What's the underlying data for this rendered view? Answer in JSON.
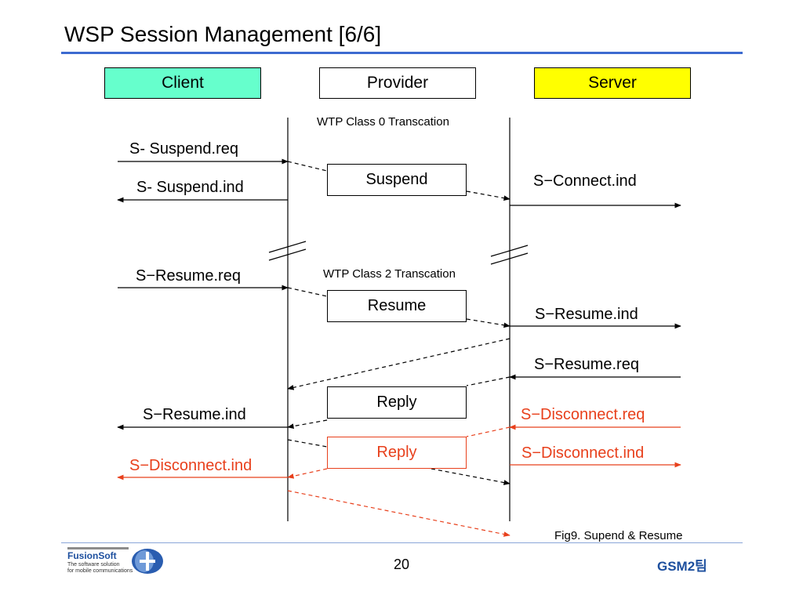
{
  "title": "WSP Session Management [6/6]",
  "entities": {
    "client": {
      "label": "Client",
      "color": "#66ffcc"
    },
    "provider": {
      "label": "Provider",
      "color": "#ffffff"
    },
    "server": {
      "label": "Server",
      "color": "#ffff00"
    }
  },
  "phases": {
    "class0": "WTP Class 0 Transcation",
    "class2": "WTP Class 2 Transcation"
  },
  "boxes": {
    "suspend": "Suspend",
    "resume": "Resume",
    "reply1": "Reply",
    "reply2": "Reply"
  },
  "messages": {
    "suspend_req": "S- Suspend.req",
    "suspend_ind": "S- Suspend.ind",
    "connect_ind": "S−Connect.ind",
    "resume_req_client": "S−Resume.req",
    "resume_ind_server": "S−Resume.ind",
    "resume_req_server": "S−Resume.req",
    "resume_ind_client": "S−Resume.ind",
    "disconnect_req": "S−Disconnect.req",
    "disconnect_ind_server": "S−Disconnect.ind",
    "disconnect_ind_client": "S−Disconnect.ind"
  },
  "caption": "Fig9. Supend & Resume",
  "footer": {
    "logo_name": "FusionSoft",
    "logo_tagline_1": "The software solution",
    "logo_tagline_2": "for mobile communications",
    "page_number": "20",
    "team": "GSM2팀"
  },
  "colors": {
    "accent_blue": "#3c6ad0",
    "red": "#e8401c",
    "client_fill": "#66ffcc",
    "server_fill": "#ffff00"
  }
}
